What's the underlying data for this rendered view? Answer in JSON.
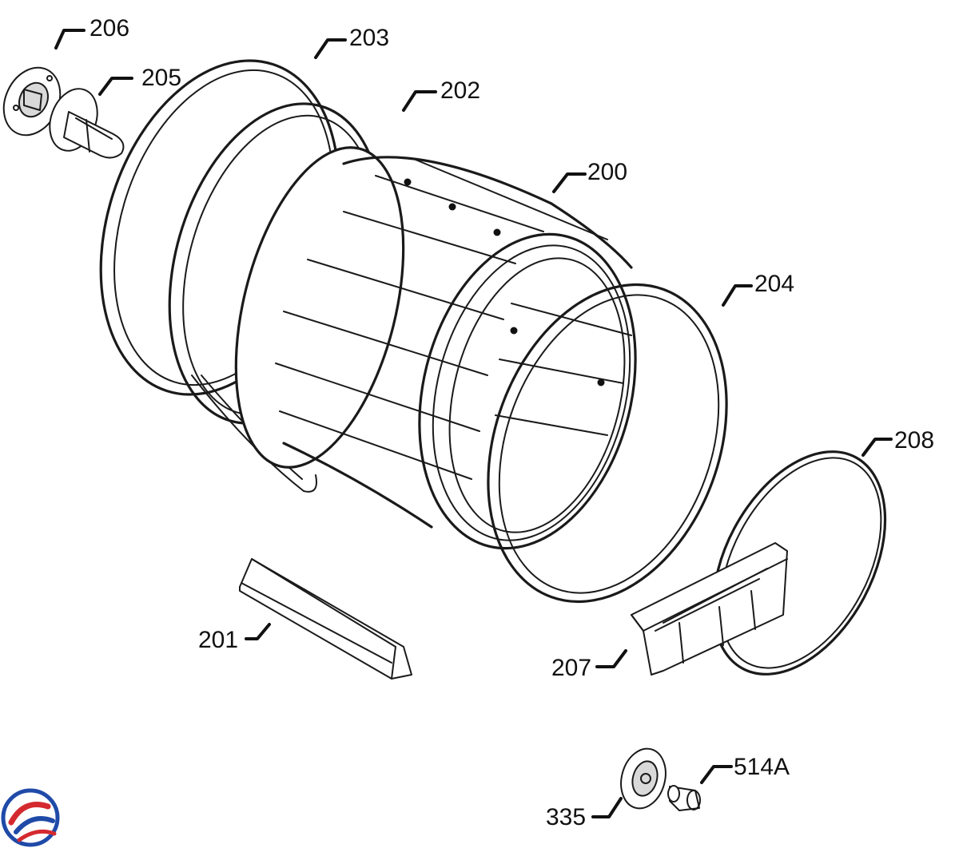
{
  "diagram": {
    "callouts": [
      {
        "id": "206",
        "label": "206",
        "part": "rear-bearing-housing"
      },
      {
        "id": "205",
        "label": "205",
        "part": "drum-shaft"
      },
      {
        "id": "203",
        "label": "203",
        "part": "rear-drum-seal"
      },
      {
        "id": "202",
        "label": "202",
        "part": "rear-drum-bulkhead-ring"
      },
      {
        "id": "200",
        "label": "200",
        "part": "drum"
      },
      {
        "id": "204",
        "label": "204",
        "part": "front-drum-seal"
      },
      {
        "id": "208",
        "label": "208",
        "part": "drive-belt"
      },
      {
        "id": "201",
        "label": "201",
        "part": "drum-baffle"
      },
      {
        "id": "207",
        "label": "207",
        "part": "lint-filter"
      },
      {
        "id": "335",
        "label": "335",
        "part": "drum-roller"
      },
      {
        "id": "514A",
        "label": "514A",
        "part": "roller-axle"
      }
    ],
    "colors": {
      "line": "#1a1a1a",
      "logo_red": "#d42a2f",
      "logo_blue": "#1f4aa8"
    }
  }
}
